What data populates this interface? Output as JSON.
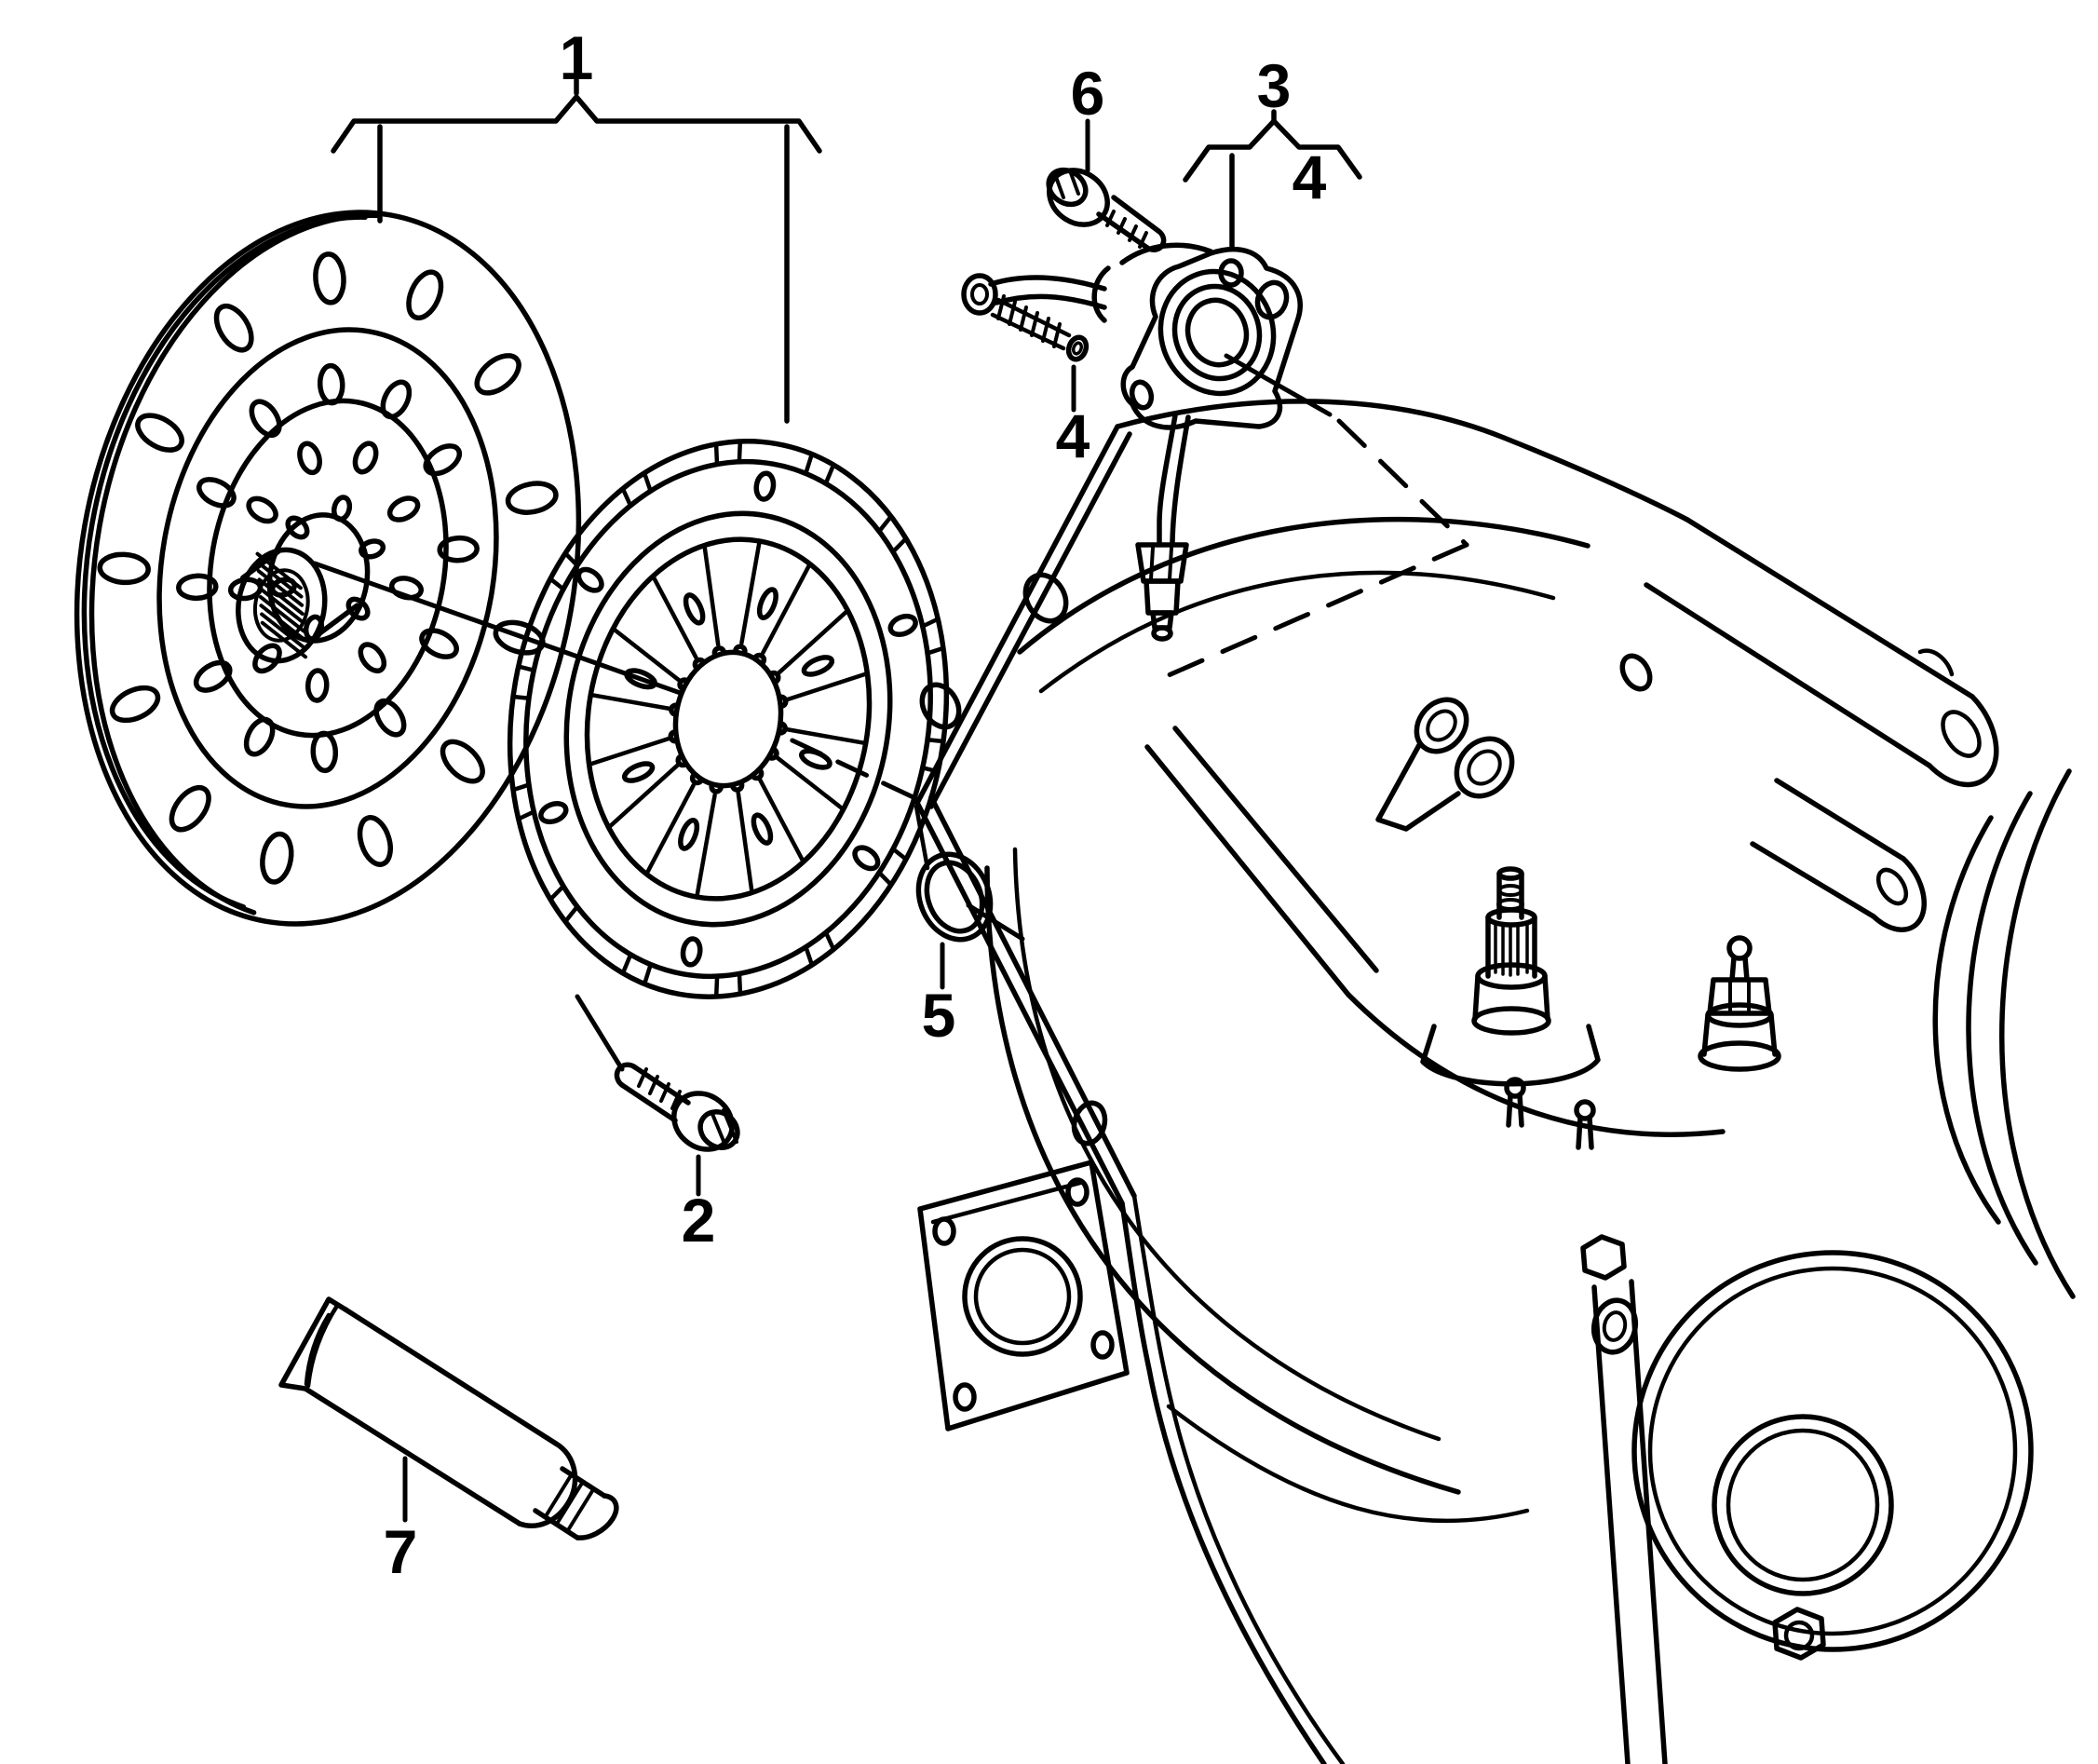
{
  "diagram": {
    "kind": "exploded-parts-line-drawing",
    "colors": {
      "line": "#000000",
      "background": "#ffffff"
    },
    "callouts": {
      "c1": {
        "label": "1"
      },
      "c2": {
        "label": "2"
      },
      "c3": {
        "label": "3"
      },
      "c4a": {
        "label": "4"
      },
      "c4b": {
        "label": "4"
      },
      "c5": {
        "label": "5"
      },
      "c6": {
        "label": "6"
      },
      "c7": {
        "label": "7"
      }
    }
  }
}
